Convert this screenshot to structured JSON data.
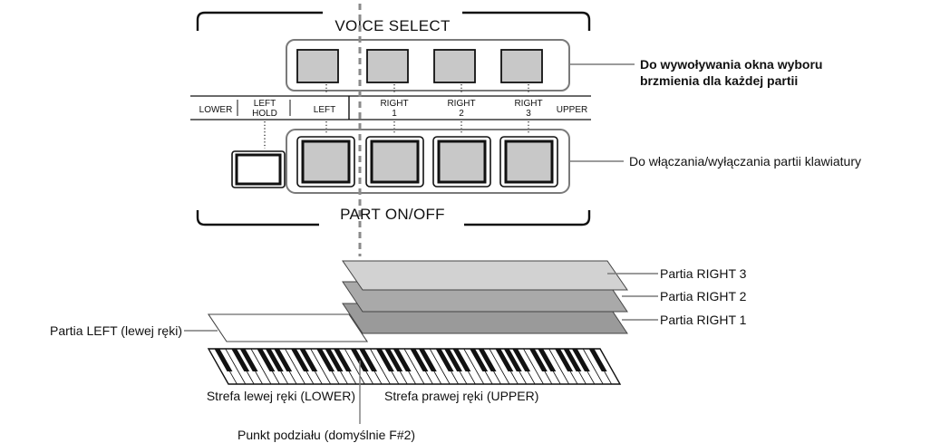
{
  "panel": {
    "voice_select_title": "VOICE SELECT",
    "part_onoff_title": "PART ON/OFF",
    "labels": {
      "lower": "LOWER",
      "left_hold_line1": "LEFT",
      "left_hold_line2": "HOLD",
      "left": "LEFT",
      "right1_line1": "RIGHT",
      "right1_line2": "1",
      "right2_line1": "RIGHT",
      "right2_line2": "2",
      "right3_line1": "RIGHT",
      "right3_line2": "3",
      "upper": "UPPER"
    }
  },
  "callouts": {
    "voice_select_line1": "Do wywoływania okna wyboru",
    "voice_select_line2": "brzmienia dla każdej partii",
    "part_onoff": "Do włączania/wyłączania partii klawiatury",
    "right3": "Partia RIGHT 3",
    "right2": "Partia RIGHT 2",
    "right1": "Partia RIGHT 1",
    "left_part": "Partia LEFT (lewej ręki)",
    "left_zone": "Strefa lewej ręki (LOWER)",
    "right_zone": "Strefa prawej ręki (UPPER)",
    "split_point": "Punkt podziału (domyślnie F#2)"
  },
  "colors": {
    "button_fill": "#c8c8c8",
    "layer_right3": "#d2d2d2",
    "layer_right2": "#a9a9a9",
    "layer_right1": "#9a9a9a",
    "split_line": "#8a8a8a",
    "outline": "#7a7a7a"
  }
}
